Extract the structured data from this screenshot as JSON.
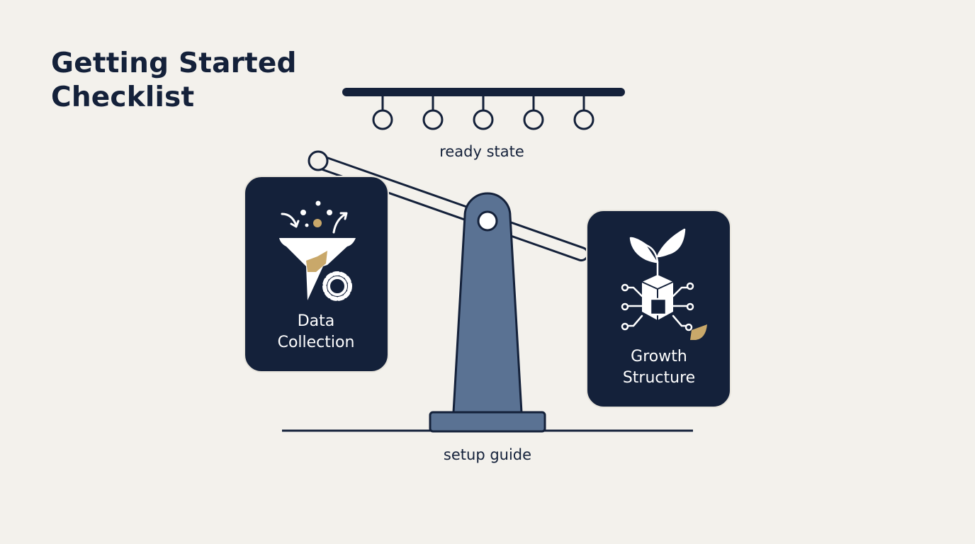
{
  "title": {
    "line1": "Getting Started",
    "line2": "Checklist"
  },
  "top_caption": "ready state",
  "bottom_caption": "setup guide",
  "left_card": {
    "line1": "Data",
    "line2": "Collection"
  },
  "right_card": {
    "line1": "Growth",
    "line2": "Structure"
  },
  "colors": {
    "background": "#f3f1ec",
    "navy": "#14213a",
    "slate": "#5a7293",
    "accent_gold": "#c9a86a",
    "white": "#ffffff"
  },
  "icons": {
    "left": "funnel-gear-icon",
    "right": "plant-circuit-icon",
    "rail": "hanging-rail-icon",
    "scale": "balance-scale-icon"
  }
}
